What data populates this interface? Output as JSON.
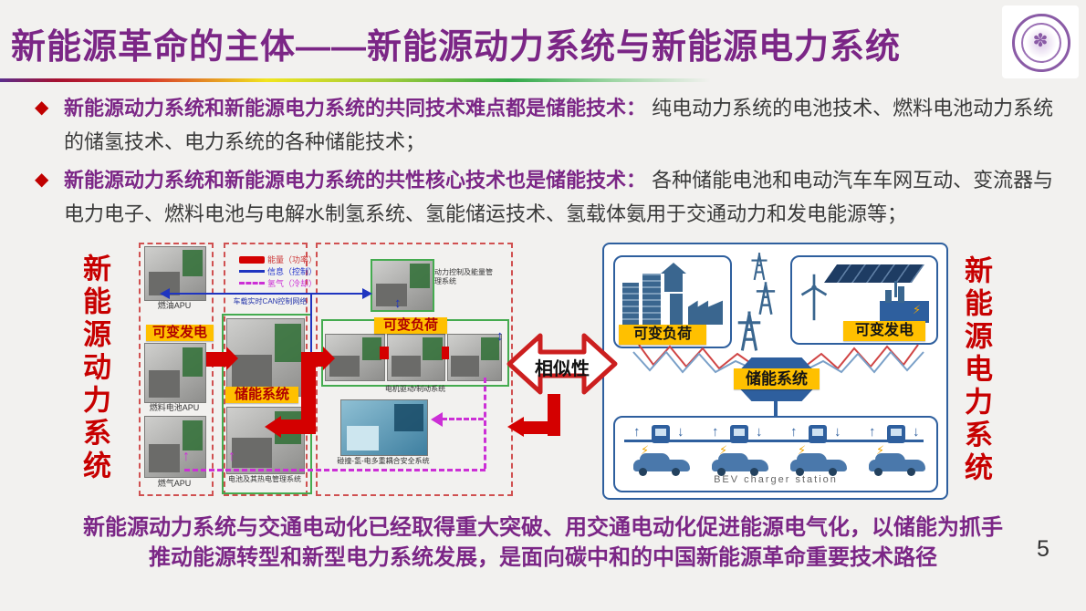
{
  "slide": {
    "title": "新能源革命的主体——新能源动力系统与新能源电力系统",
    "page_number": "5",
    "bullet_marker": "◆",
    "logo_name": "tsinghua-university-seal"
  },
  "bullets": [
    {
      "lead": "新能源动力系统和新能源电力系统的共同技术难点都是储能技术：",
      "body": "纯电动力系统的电池技术、燃料电池动力系统的储氢技术、电力系统的各种储能技术；"
    },
    {
      "lead": "新能源动力系统和新能源电力系统的共性核心技术也是储能技术：",
      "body": "各种储能电池和电动汽车车网互动、变流器与电力电子、燃料电池与电解水制氢系统、氢能储运技术、氢载体氨用于交通动力和发电能源等；"
    }
  ],
  "powertrain": {
    "side_label": "新能源动力系统",
    "legend": [
      {
        "label": "能量（功率）"
      },
      {
        "label": "信息（控制）"
      },
      {
        "label": "氢气（冷却）"
      }
    ],
    "can_bus_label": "车载实时CAN控制网络",
    "apu_photos": [
      {
        "label": "燃油APU"
      },
      {
        "label": "燃料电池APU"
      },
      {
        "label": "燃气APU"
      }
    ],
    "variable_generation_label": "可变发电",
    "storage_label": "储能系统",
    "battery_label": "电池及其热电管理系统",
    "power_control_label": "动力控制及能量管理系统",
    "variable_load_label": "可变负荷",
    "motor_label": "电机驱动/制动系统",
    "safety_label": "碰撞-氢-电多重耦合安全系统"
  },
  "similarity_label": "相似性",
  "grid": {
    "side_label": "新能源电力系统",
    "variable_load_label": "可变负荷",
    "variable_generation_label": "可变发电",
    "storage_label": "储能系统",
    "station_label": "BEV charger station"
  },
  "footer": {
    "line1": "新能源动力系统与交通电动化已经取得重大突破、用交通电动化促进能源电气化，以储能为抓手",
    "line2": "推动能源转型和新型电力系统发展，是面向碳中和的中国新能源革命重要技术路径"
  },
  "colors": {
    "title_purple": "#7b2686",
    "accent_red": "#c00000",
    "tag_yellow": "#ffc000",
    "grid_blue": "#2e5f9e"
  }
}
